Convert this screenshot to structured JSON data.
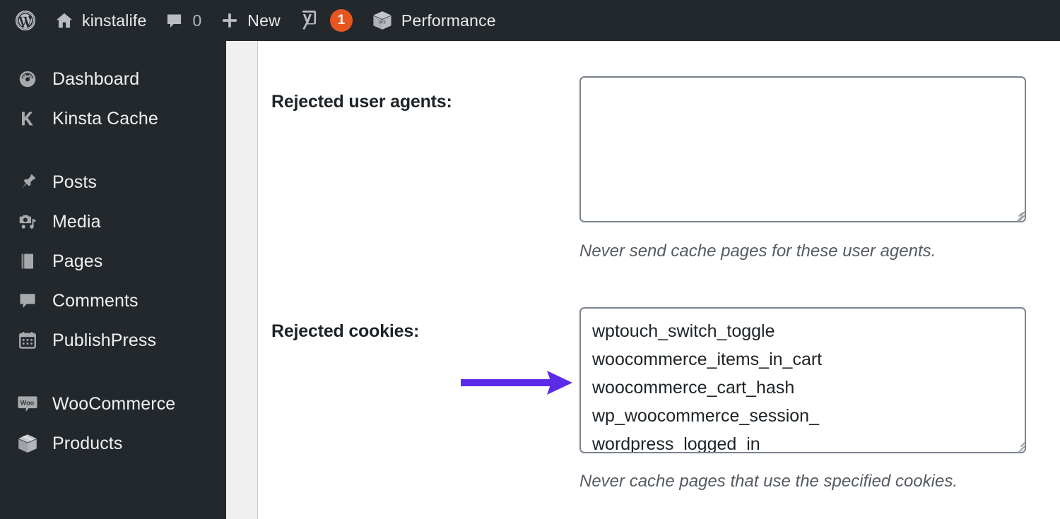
{
  "adminbar": {
    "items": [
      {
        "icon": "wordpress-logo-icon",
        "label": ""
      },
      {
        "icon": "home-icon",
        "label": "kinstalife"
      },
      {
        "icon": "comment-bubble-icon",
        "label": "0"
      },
      {
        "icon": "plus-icon",
        "label": "New"
      },
      {
        "icon": "yoast-seo-icon",
        "label": "",
        "badge": "1"
      },
      {
        "icon": "w3-total-cache-cube-icon",
        "label": "Performance"
      }
    ],
    "site_name": "kinstalife",
    "comment_count": "0",
    "new_label": "New",
    "yoast_badge": "1",
    "performance_label": "Performance"
  },
  "sidebar": {
    "items": [
      {
        "label": "Dashboard",
        "icon": "dashboard-gauge-icon"
      },
      {
        "label": "Kinsta Cache",
        "icon": "kinsta-k-icon"
      },
      {
        "label": "Posts",
        "icon": "pin-icon"
      },
      {
        "label": "Media",
        "icon": "media-camera-note-icon"
      },
      {
        "label": "Pages",
        "icon": "pages-icon"
      },
      {
        "label": "Comments",
        "icon": "comment-bubble-icon"
      },
      {
        "label": "PublishPress",
        "icon": "calendar-icon"
      },
      {
        "label": "WooCommerce",
        "icon": "woocommerce-icon"
      },
      {
        "label": "Products",
        "icon": "product-box-icon"
      }
    ]
  },
  "main": {
    "fields": [
      {
        "label": "Rejected user agents:",
        "value": "",
        "help": "Never send cache pages for these user agents."
      },
      {
        "label": "Rejected cookies:",
        "value": "wptouch_switch_toggle\nwoocommerce_items_in_cart\nwoocommerce_cart_hash\nwp_woocommerce_session_\nwordpress_logged_in",
        "help": "Never cache pages that use the specified cookies."
      }
    ]
  },
  "annotation": {
    "arrow_color": "#5b2be8",
    "points_to": "rejected-cookies-textarea"
  },
  "colors": {
    "admin_dark": "#23282d",
    "gutter": "#f0f0f1",
    "badge_orange": "#e8561f",
    "arrow_purple": "#5b2be8",
    "field_border": "#7b838f"
  }
}
